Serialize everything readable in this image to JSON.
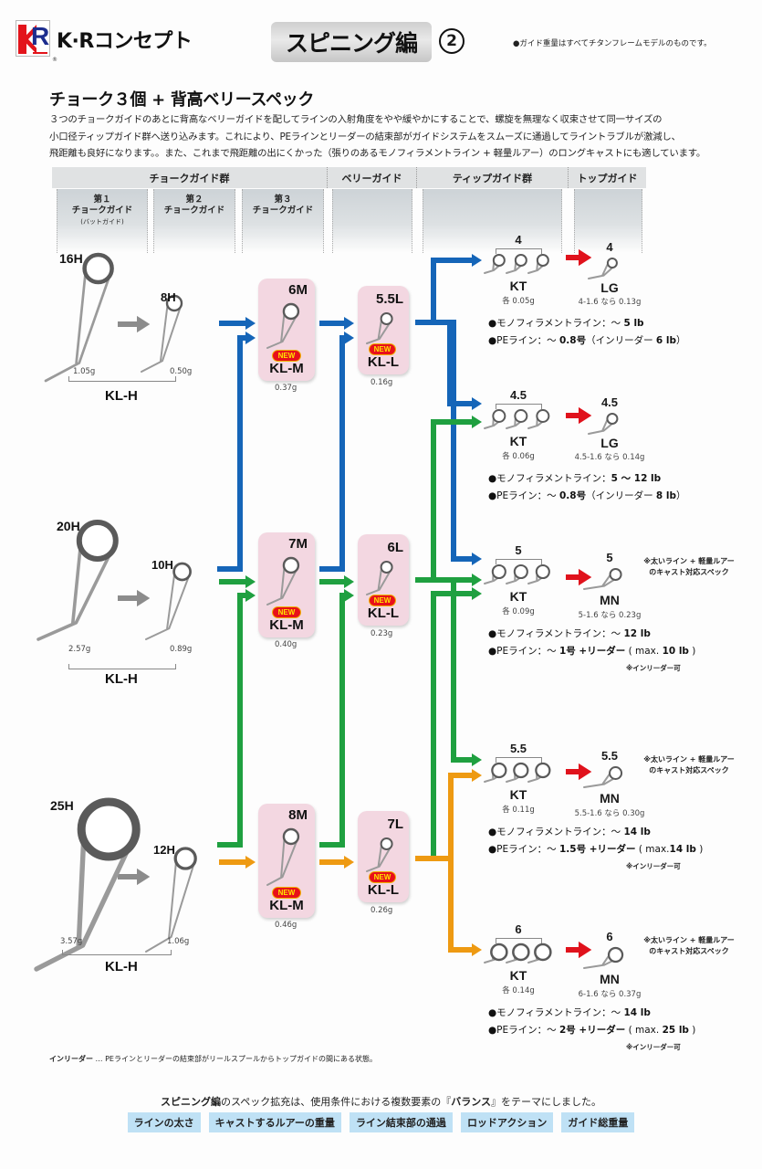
{
  "header": {
    "logo_text": "R",
    "registered_mark": "®",
    "title": "K·Rコンセプト",
    "title_pill": "スピニング編",
    "title_number": "2",
    "note": "●ガイド重量はすべてチタンフレームモデルのものです。"
  },
  "section": {
    "title": "チョーク３個 + 背高ベリースペック",
    "description": [
      "３つのチョークガイドのあとに背高なベリーガイドを配してラインの入射角度をやや緩やかにすることで、螺旋を無理なく収束させて同一サイズの",
      "小口径ティップガイド群へ送り込みます。これにより、PEラインとリーダーの結束部がガイドシステムをスムーズに通過してライントラブルが激減し、",
      "飛距離も良好になります。。また、これまで飛距離の出にくかった（張りのあるモノフィラメントライン + 軽量ルアー）のロングキャストにも適しています。"
    ]
  },
  "columns": {
    "choke_group": "チョークガイド群",
    "belly": "ベリーガイド",
    "tip_group": "ティップガイド群",
    "top": "トップガイド",
    "sub": [
      {
        "line1": "第１",
        "line2": "チョークガイド",
        "line3": "(バットガイド)"
      },
      {
        "line1": "第２",
        "line2": "チョークガイド",
        "line3": ""
      },
      {
        "line1": "第３",
        "line2": "チョークガイド",
        "line3": ""
      }
    ]
  },
  "rows": [
    {
      "first": {
        "size": "16H",
        "weight": "1.05g"
      },
      "second": {
        "size": "8H",
        "weight": "0.50g"
      },
      "series": "KL-H",
      "third": {
        "size": "6M",
        "model": "KL-M",
        "badge": "NEW",
        "weight": "0.37g"
      },
      "belly": {
        "size": "5.5L",
        "model": "KL-L",
        "badge": "NEW",
        "weight": "0.16g"
      }
    },
    {
      "first": {
        "size": "20H",
        "weight": "2.57g"
      },
      "second": {
        "size": "10H",
        "weight": "0.89g"
      },
      "series": "KL-H",
      "third": {
        "size": "7M",
        "model": "KL-M",
        "badge": "NEW",
        "weight": "0.40g"
      },
      "belly": {
        "size": "6L",
        "model": "KL-L",
        "badge": "NEW",
        "weight": "0.23g"
      }
    },
    {
      "first": {
        "size": "25H",
        "weight": "3.57g"
      },
      "second": {
        "size": "12H",
        "weight": "1.06g"
      },
      "series": "KL-H",
      "third": {
        "size": "8M",
        "model": "KL-M",
        "badge": "NEW",
        "weight": "0.46g"
      },
      "belly": {
        "size": "7L",
        "model": "KL-L",
        "badge": "NEW",
        "weight": "0.26g"
      }
    }
  ],
  "tips": [
    {
      "kt_size": "4",
      "kt_model": "KT",
      "kt_weight": "各 0.05g",
      "top_size": "4",
      "top_model": "LG",
      "top_weight": "4-1.6 なら 0.13g",
      "cast_note": "",
      "mono": {
        "prefix": "●モノフィラメントライン：〜 ",
        "value": "5 lb"
      },
      "pe": {
        "prefix": "●PEライン：〜 ",
        "value": "0.8号",
        "suffix": "（インリーダー ",
        "value2": "6 lb",
        "end": "）"
      },
      "inleader_ok": ""
    },
    {
      "kt_size": "4.5",
      "kt_model": "KT",
      "kt_weight": "各 0.06g",
      "top_size": "4.5",
      "top_model": "LG",
      "top_weight": "4.5-1.6 なら 0.14g",
      "cast_note": "",
      "mono": {
        "prefix": "●モノフィラメントライン：",
        "value": "5 〜 12 lb"
      },
      "pe": {
        "prefix": "●PEライン：〜 ",
        "value": "0.8号",
        "suffix": "（インリーダー ",
        "value2": "8 lb",
        "end": "）"
      },
      "inleader_ok": ""
    },
    {
      "kt_size": "5",
      "kt_model": "KT",
      "kt_weight": "各 0.09g",
      "top_size": "5",
      "top_model": "MN",
      "top_weight": "5-1.6 なら 0.23g",
      "cast_note": "※太いライン + 軽量ルアー\nのキャスト対応スペック",
      "mono": {
        "prefix": "●モノフィラメントライン：〜 ",
        "value": "12 lb"
      },
      "pe": {
        "prefix": "●PEライン：〜 ",
        "value": "1号 +リーダー",
        "suffix": " ( max. ",
        "value2": "10 lb",
        "end": " )"
      },
      "inleader_ok": "※インリーダー可"
    },
    {
      "kt_size": "5.5",
      "kt_model": "KT",
      "kt_weight": "各 0.11g",
      "top_size": "5.5",
      "top_model": "MN",
      "top_weight": "5.5-1.6 なら 0.30g",
      "cast_note": "※太いライン + 軽量ルアー\nのキャスト対応スペック",
      "mono": {
        "prefix": "●モノフィラメントライン：〜 ",
        "value": "14 lb"
      },
      "pe": {
        "prefix": "●PEライン：〜 ",
        "value": "1.5号 +リーダー",
        "suffix": " ( max.",
        "value2": "14 lb",
        "end": " )"
      },
      "inleader_ok": "※インリーダー可"
    },
    {
      "kt_size": "6",
      "kt_model": "KT",
      "kt_weight": "各 0.14g",
      "top_size": "6",
      "top_model": "MN",
      "top_weight": "6-1.6 なら 0.37g",
      "cast_note": "※太いライン + 軽量ルアー\nのキャスト対応スペック",
      "mono": {
        "prefix": "●モノフィラメントライン：〜 ",
        "value": "14 lb"
      },
      "pe": {
        "prefix": "●PEライン：〜 ",
        "value": "2号 +リーダー",
        "suffix": " ( max. ",
        "value2": "25 lb",
        "end": " )"
      },
      "inleader_ok": "※インリーダー可"
    }
  ],
  "flow_colors": {
    "blue": "#1565b8",
    "green": "#1fa040",
    "orange": "#ee9a12",
    "red": "#e0121c",
    "gray": "#8c8c8c"
  },
  "footnote": {
    "term": "インリーダー",
    "text": " … PEラインとリーダーの結束部がリールスプールからトップガイドの間にある状態。"
  },
  "bottom": {
    "lead_bold": "スピニング編",
    "lead_rest": "のスペック拡充は、使用条件における複数要素の『",
    "lead_key": "バランス",
    "lead_end": "』をテーマにしました。",
    "themes": [
      "ラインの太さ",
      "キャストするルアーの重量",
      "ライン結束部の通過",
      "ロッドアクション",
      "ガイド総重量"
    ]
  }
}
